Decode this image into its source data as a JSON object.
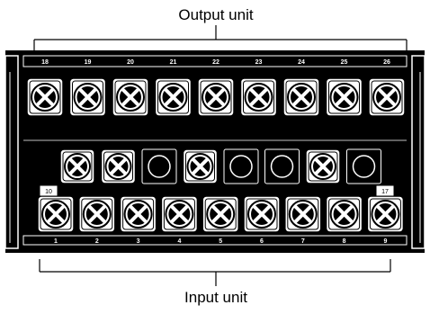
{
  "labels": {
    "output_unit": "Output unit",
    "input_unit": "Input unit"
  },
  "output_terminals": [
    "18",
    "19",
    "20",
    "21",
    "22",
    "23",
    "24",
    "25",
    "26"
  ],
  "middle_row": [
    {
      "kind": "screw"
    },
    {
      "kind": "screw"
    },
    {
      "kind": "hole"
    },
    {
      "kind": "screw"
    },
    {
      "kind": "hole"
    },
    {
      "kind": "hole"
    },
    {
      "kind": "screw"
    },
    {
      "kind": "hole"
    }
  ],
  "middle_left_tag": "10",
  "middle_right_tag": "17",
  "input_terminals": [
    "1",
    "2",
    "3",
    "4",
    "5",
    "6",
    "7",
    "8",
    "9"
  ]
}
